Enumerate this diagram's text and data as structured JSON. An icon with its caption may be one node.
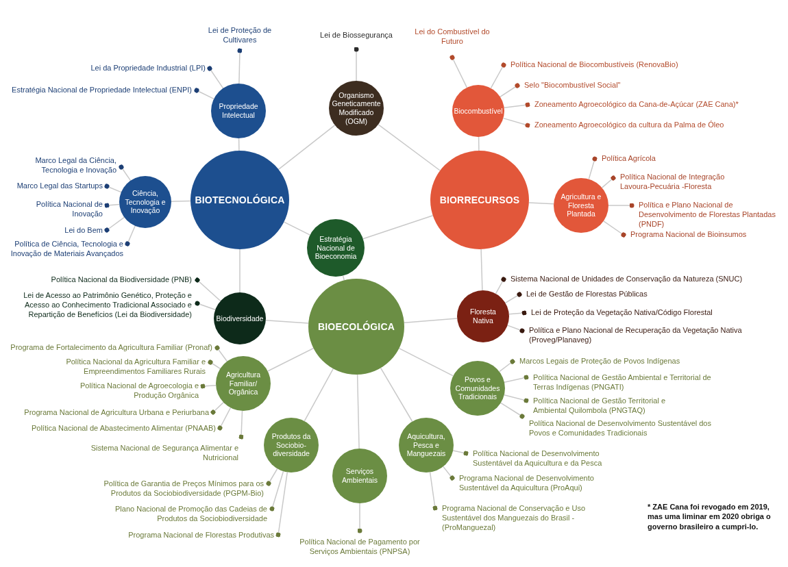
{
  "diagram": {
    "nodes": [
      {
        "text": [
          "Estratégia Nacional de Bioeconomia"
        ]
      },
      {
        "text": [
          "BIOTECNOLÓGICA"
        ]
      },
      {
        "text": [
          "BIORRECURSOS"
        ]
      },
      {
        "text": [
          "BIOECOLÓGICA"
        ]
      },
      {
        "text": [
          "Organismo Geneticamente Modificado (OGM)"
        ]
      },
      {
        "text": [
          "Lei de Biossegurança"
        ]
      },
      {
        "text": [
          "Propriedade Intelectual"
        ]
      },
      {
        "text": [
          "Lei de Proteção de Cultivares"
        ]
      },
      {
        "text": [
          "Lei da Propriedade Industrial (LPI)"
        ]
      },
      {
        "text": [
          "Estratégia Nacional de Propriedade Intelectual (ENPI)"
        ]
      },
      {
        "text": [
          "Ciência, Tecnologia e Inovação"
        ]
      },
      {
        "text": [
          "Marco Legal da Ciência, Tecnologia e Inovação"
        ]
      },
      {
        "text": [
          "Marco Legal das Startups"
        ]
      },
      {
        "text": [
          "Política Nacional de Inovação"
        ]
      },
      {
        "text": [
          "Lei do Bem"
        ]
      },
      {
        "text": [
          "Política de Ciência, Tecnologia e Inovação de Materiais Avançados"
        ]
      },
      {
        "text": [
          "Biodiversidade"
        ]
      },
      {
        "text": [
          "Política Nacional da Biodiversidade (PNB)"
        ]
      },
      {
        "text": [
          "Lei de Acesso ao Patrimônio Genético, Proteção e Acesso ao Conhecimento Tradicional Associado e Repartição de Benefícios (Lei da Biodiversidade)"
        ]
      },
      {
        "text": [
          "Biocombustível"
        ]
      },
      {
        "text": [
          "Lei do Combustível do Futuro"
        ]
      },
      {
        "text": [
          "Política Nacional de Biocombustíveis (RenovaBio)"
        ]
      },
      {
        "text": [
          "Selo \"Biocombustível Social\""
        ]
      },
      {
        "text": [
          "Zoneamento Agroecológico da Cana-de-Açúcar (ZAE Cana)*"
        ]
      },
      {
        "text": [
          "Zoneamento Agroecológico da cultura da Palma de Óleo"
        ]
      },
      {
        "text": [
          "Agricultura e Floresta Plantada"
        ]
      },
      {
        "text": [
          "Política Agrícola"
        ]
      },
      {
        "text": [
          "Política Nacional de Integração Lavoura-Pecuária -Floresta"
        ]
      },
      {
        "text": [
          "Política e Plano Nacional de Desenvolvimento de Florestas Plantadas (PNDF)"
        ]
      },
      {
        "text": [
          "Programa Nacional de Bioinsumos"
        ]
      },
      {
        "text": [
          "Floresta Nativa"
        ]
      },
      {
        "text": [
          "Sistema Nacional de Unidades de Conservação da Natureza (SNUC)"
        ]
      },
      {
        "text": [
          "Lei de Gestão de Florestas Públicas"
        ]
      },
      {
        "text": [
          "Lei de Proteção da Vegetação Nativa/Código Florestal"
        ]
      },
      {
        "text": [
          "Política e Plano Nacional de Recuperação da Vegetação Nativa (Proveg/Planaveg)"
        ]
      },
      {
        "text": [
          "Agricultura Familiar/ Orgânica"
        ]
      },
      {
        "text": [
          "Programa de Fortalecimento da Agricultura Familiar (Pronaf)"
        ]
      },
      {
        "text": [
          "Política Nacional da Agricultura Familiar e Empreendimentos Familiares Rurais"
        ]
      },
      {
        "text": [
          "Política Nacional de Agroecologia e Produção Orgânica"
        ]
      },
      {
        "text": [
          "Programa Nacional de Agricultura Urbana e Periurbana"
        ]
      },
      {
        "text": [
          "Política Nacional de Abastecimento Alimentar (PNAAB)"
        ]
      },
      {
        "text": [
          "Sistema Nacional de Segurança Alimentar e Nutricional"
        ]
      },
      {
        "text": [
          "Produtos da Sociobio- diversidade"
        ]
      },
      {
        "text": [
          "Política de Garantia de Preços Mínimos para os Produtos da Sociobiodiversidade (PGPM-Bio)"
        ]
      },
      {
        "text": [
          "Plano Nacional de Promoção das Cadeias de Produtos da Sociobiodiversidade"
        ]
      },
      {
        "text": [
          "Programa Nacional de Florestas Produtivas"
        ]
      },
      {
        "text": [
          "Serviços Ambientais"
        ]
      },
      {
        "text": [
          "Política Nacional de Pagamento por Serviços Ambientais (PNPSA)"
        ]
      },
      {
        "text": [
          "Aquicultura, Pesca e Manguezais"
        ]
      },
      {
        "text": [
          "Política Nacional de Desenvolvimento Sustentável da Aquicultura e da Pesca"
        ]
      },
      {
        "text": [
          "Programa Nacional de Desenvolvimento Sustentável da Aquicultura (ProAqui)"
        ]
      },
      {
        "text": [
          "Programa Nacional de Conservação e Uso Sustentável dos Manguezais do Brasil - (ProManguezal)"
        ]
      },
      {
        "text": [
          "Povos e Comunidades Tradicionais"
        ]
      },
      {
        "text": [
          "Marcos Legais de Proteção de Povos Indígenas"
        ]
      },
      {
        "text": [
          "Política Nacional de Gestão Ambiental e Territorial de Terras Indígenas (PNGATI)"
        ]
      },
      {
        "text": [
          "Política Nacional de Gestão Territorial e Ambiental Quilombola (PNGTAQ)"
        ]
      },
      {
        "text": [
          "Política Nacional de Desenvolvimento Sustentável dos Povos e Comunidades Tradicionais"
        ]
      }
    ],
    "edges": [
      {
        "from": 0,
        "to": 1,
        "arrow": "none"
      },
      {
        "from": 0,
        "to": 2,
        "arrow": "none"
      },
      {
        "from": 0,
        "to": 3,
        "arrow": "none"
      },
      {
        "from": 4,
        "to": 1,
        "arrow": "none"
      },
      {
        "from": 4,
        "to": 2,
        "arrow": "none"
      },
      {
        "from": 1,
        "to": 6,
        "arrow": "none"
      },
      {
        "from": 1,
        "to": 10,
        "arrow": "none"
      },
      {
        "from": 1,
        "to": 16,
        "arrow": "none"
      },
      {
        "from": 3,
        "to": 16,
        "arrow": "none"
      },
      {
        "from": 2,
        "to": 19,
        "arrow": "none"
      },
      {
        "from": 2,
        "to": 25,
        "arrow": "none"
      },
      {
        "from": 2,
        "to": 30,
        "arrow": "none"
      },
      {
        "from": 3,
        "to": 30,
        "arrow": "none"
      },
      {
        "from": 3,
        "to": 35,
        "arrow": "none"
      },
      {
        "from": 3,
        "to": 42,
        "arrow": "none"
      },
      {
        "from": 3,
        "to": 46,
        "arrow": "none"
      },
      {
        "from": 3,
        "to": 48,
        "arrow": "none"
      },
      {
        "from": 3,
        "to": 52,
        "arrow": "none"
      },
      {
        "from": 4,
        "to": 5,
        "arrow": "other"
      },
      {
        "from": 6,
        "to": 7,
        "arrow": "other"
      },
      {
        "from": 6,
        "to": 8,
        "arrow": "other"
      },
      {
        "from": 6,
        "to": 9,
        "arrow": "other"
      },
      {
        "from": 10,
        "to": 11,
        "arrow": "other"
      },
      {
        "from": 10,
        "to": 12,
        "arrow": "other"
      },
      {
        "from": 10,
        "to": 13,
        "arrow": "other"
      },
      {
        "from": 10,
        "to": 14,
        "arrow": "other"
      },
      {
        "from": 10,
        "to": 15,
        "arrow": "other"
      },
      {
        "from": 16,
        "to": 17,
        "arrow": "other"
      },
      {
        "from": 16,
        "to": 18,
        "arrow": "other"
      },
      {
        "from": 19,
        "to": 20,
        "arrow": "other"
      },
      {
        "from": 19,
        "to": 21,
        "arrow": "other"
      },
      {
        "from": 19,
        "to": 22,
        "arrow": "other"
      },
      {
        "from": 19,
        "to": 23,
        "arrow": "other"
      },
      {
        "from": 19,
        "to": 24,
        "arrow": "other"
      },
      {
        "from": 25,
        "to": 26,
        "arrow": "other"
      },
      {
        "from": 25,
        "to": 27,
        "arrow": "other"
      },
      {
        "from": 25,
        "to": 28,
        "arrow": "other"
      },
      {
        "from": 25,
        "to": 29,
        "arrow": "other"
      },
      {
        "from": 30,
        "to": 31,
        "arrow": "other"
      },
      {
        "from": 30,
        "to": 32,
        "arrow": "other"
      },
      {
        "from": 30,
        "to": 33,
        "arrow": "other"
      },
      {
        "from": 30,
        "to": 34,
        "arrow": "other"
      },
      {
        "from": 35,
        "to": 36,
        "arrow": "other"
      },
      {
        "from": 35,
        "to": 37,
        "arrow": "other"
      },
      {
        "from": 35,
        "to": 38,
        "arrow": "other"
      },
      {
        "from": 35,
        "to": 39,
        "arrow": "other"
      },
      {
        "from": 35,
        "to": 40,
        "arrow": "other"
      },
      {
        "from": 35,
        "to": 41,
        "arrow": "other"
      },
      {
        "from": 42,
        "to": 43,
        "arrow": "other"
      },
      {
        "from": 42,
        "to": 44,
        "arrow": "other"
      },
      {
        "from": 42,
        "to": 45,
        "arrow": "other"
      },
      {
        "from": 46,
        "to": 47,
        "arrow": "other"
      },
      {
        "from": 48,
        "to": 49,
        "arrow": "other"
      },
      {
        "from": 48,
        "to": 50,
        "arrow": "other"
      },
      {
        "from": 48,
        "to": 51,
        "arrow": "other"
      },
      {
        "from": 52,
        "to": 53,
        "arrow": "other"
      },
      {
        "from": 52,
        "to": 54,
        "arrow": "other"
      },
      {
        "from": 52,
        "to": 55,
        "arrow": "other"
      },
      {
        "from": 52,
        "to": 56,
        "arrow": "other"
      }
    ],
    "labels": [
      "* ZAE Cana foi revogado em 2019, mas uma liminar em 2020 obriga o governo brasileiro a cumpri-lo."
    ]
  }
}
